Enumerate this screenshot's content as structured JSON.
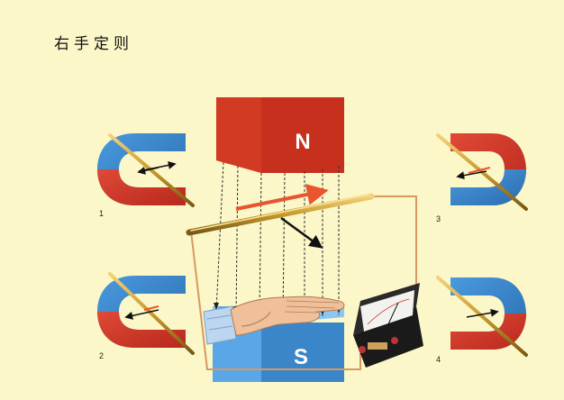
{
  "title": "右手定则",
  "poles": {
    "north": "N",
    "south": "S"
  },
  "figure_numbers": [
    "1",
    "2",
    "3",
    "4"
  ],
  "colors": {
    "background": "#fbf7c8",
    "north_red": "#d63a2c",
    "south_blue": "#3a86c8",
    "rod_gold": "#c89a2e",
    "circuit_wire": "#d89860"
  },
  "icons": [
    "hand-icon",
    "galvanometer-icon",
    "horseshoe-magnet-icon"
  ]
}
